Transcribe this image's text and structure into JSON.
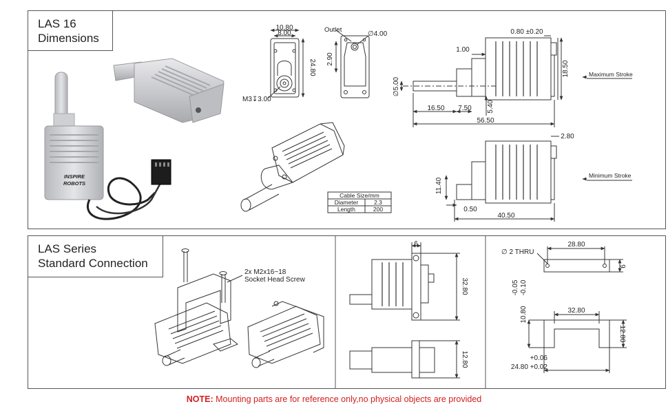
{
  "top_panel": {
    "title_line1": "LAS 16",
    "title_line2": "Dimensions",
    "product_logo_line1": "INSPIRE",
    "product_logo_line2": "ROBOTS",
    "front_view": {
      "dim_top1": "10.80",
      "dim_top2": "8.00",
      "dim_height": "24.80",
      "thread_label": "M3↧3.00"
    },
    "rear_view": {
      "outlet_label": "Outlet",
      "hole_label": "∅4.00",
      "dim_left": "2.90"
    },
    "max_stroke": {
      "label": "Maximum Stroke",
      "dim_top": "0.80 ±0.20",
      "dim_height": "18.50",
      "dim_shaft_dia": "∅5.00",
      "dim_offset": "1.00",
      "dim_shaft": "16.50",
      "dim_gap": "7.50",
      "dim_small": "5.40",
      "dim_total": "56.50"
    },
    "min_stroke": {
      "label": "Minimum Stroke",
      "dim_top": "2.80",
      "dim_height": "11.40",
      "dim_small": "0.50",
      "dim_total": "40.50"
    },
    "cable_table": {
      "header": "Cable Size/mm",
      "rows": [
        {
          "name": "Diameter",
          "value": "2.3"
        },
        {
          "name": "Length",
          "value": "200"
        }
      ]
    }
  },
  "bottom_panel": {
    "title_line1": "LAS Series",
    "title_line2": "Standard Connection",
    "screw_label_line1": "2x M2x16~18",
    "screw_label_line2": "Socket Head Screw",
    "mid_view": {
      "dim_width": "6",
      "dim_height": "32.80",
      "dim_side": "12.80"
    },
    "bracket_view": {
      "hole_label": "∅ 2 THRU",
      "dim_holes": "28.80",
      "dim_thick": "6",
      "tol_left_1": "-0.05",
      "tol_left_2": "-0.10",
      "dim_left": "10.80",
      "dim_inner": "32.80",
      "dim_right": "12.80",
      "tol_bottom_1": "+0.06",
      "tol_bottom_2": "24.80  +0.02"
    }
  },
  "note": {
    "prefix": "NOTE:",
    "text": " Mounting parts are for reference only,no physical objects are provided"
  }
}
